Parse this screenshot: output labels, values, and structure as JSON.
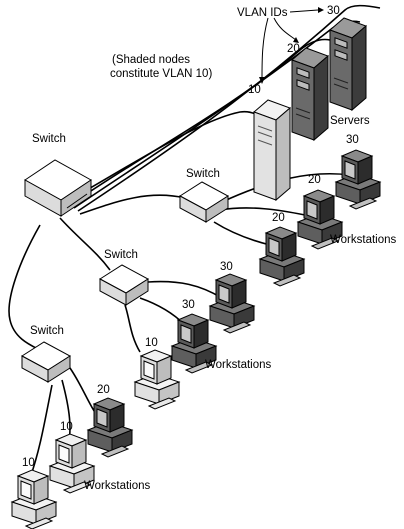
{
  "labels": {
    "vlan_ids": "VLAN IDs",
    "shaded_line1": "(Shaded nodes",
    "shaded_line2": "constitute VLAN 10)",
    "servers": "Servers",
    "switch": "Switch",
    "workstations": "Workstations"
  },
  "vlan_numbers": {
    "server_1": "10",
    "server_2": "20",
    "server_3": "30",
    "ws_upper_1": "20",
    "ws_upper_2": "20",
    "ws_upper_3": "30",
    "ws_mid_1": "10",
    "ws_mid_2": "30",
    "ws_mid_3": "30",
    "ws_low_1": "10",
    "ws_low_2": "10",
    "ws_low_3": "20"
  },
  "colors": {
    "shaded_node": "#d4d4d4",
    "dark_node": "#4a4a4a",
    "cable": "#000000"
  }
}
